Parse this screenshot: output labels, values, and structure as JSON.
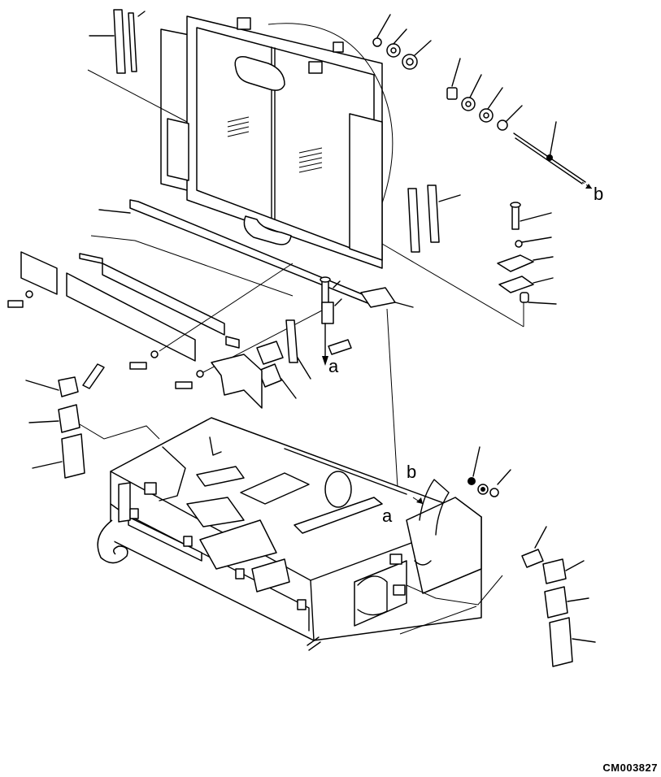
{
  "callouts": {
    "a": "a",
    "b": "b"
  },
  "drawing_code": "CM003827"
}
